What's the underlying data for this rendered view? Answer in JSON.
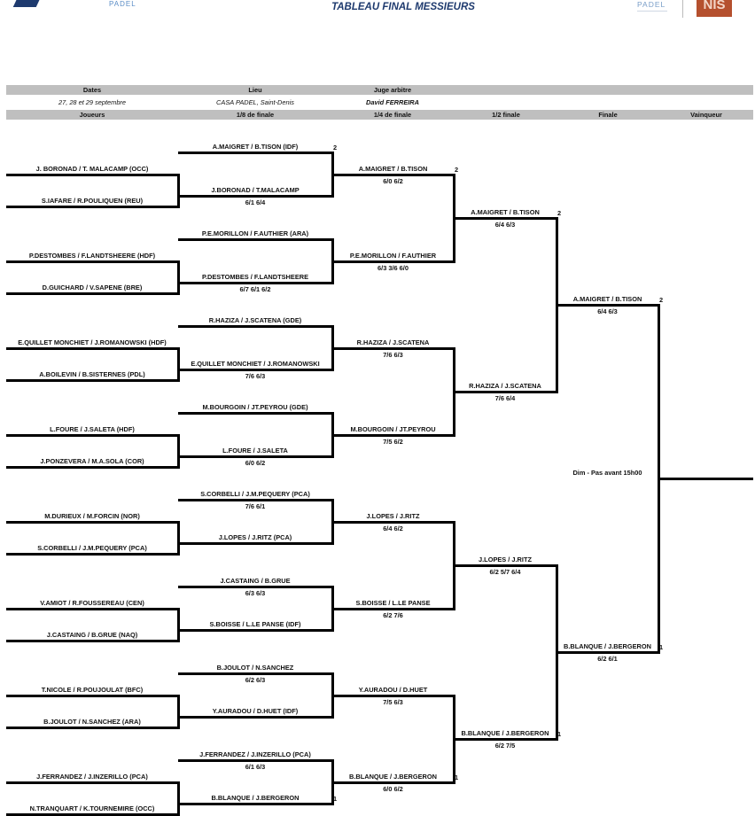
{
  "header": {
    "title": "TABLEAU FINAL MESSIEURS",
    "padel_left": "PADEL",
    "padel_right": "PADEL",
    "logo_right": "NIS"
  },
  "info": {
    "dates_label": "Dates",
    "dates_value": "27, 28 et 29 septembre",
    "lieu_label": "Lieu",
    "lieu_value": "CASA PADEL, Saint-Denis",
    "juge_label": "Juge arbitre",
    "juge_value": "David FERREIRA"
  },
  "columns": {
    "joueurs": "Joueurs",
    "r16": "1/8 de finale",
    "qf": "1/4 de finale",
    "sf": "1/2 finale",
    "final": "Finale",
    "winner": "Vainqueur"
  },
  "qualifiers": [
    {
      "name": "J. BORONAD / T. MALACAMP (OCC)"
    },
    {
      "name": "S.IAFARE / R.POULIQUEN (REU)"
    },
    {
      "name": "P.DESTOMBES / F.LANDTSHEERE (HDF)"
    },
    {
      "name": "D.GUICHARD / V.SAPENE (BRE)"
    },
    {
      "name": "E.QUILLET MONCHIET / J.ROMANOWSKI (HDF)"
    },
    {
      "name": "A.BOILEVIN / B.SISTERNES (PDL)"
    },
    {
      "name": "L.FOURE / J.SALETA (HDF)"
    },
    {
      "name": "J.PONZEVERA / M.A.SOLA (COR)"
    },
    {
      "name": "M.DURIEUX / M.FORCIN (NOR)"
    },
    {
      "name": "S.CORBELLI / J.M.PEQUERY (PCA)"
    },
    {
      "name": "V.AMIOT / R.FOUSSEREAU (CEN)"
    },
    {
      "name": "J.CASTAING / B.GRUE (NAQ)"
    },
    {
      "name": "T.NICOLE / R.POUJOULAT (BFC)"
    },
    {
      "name": "B.JOULOT / N.SANCHEZ (ARA)"
    },
    {
      "name": "J.FERRANDEZ / J.INZERILLO (PCA)"
    },
    {
      "name": "N.TRANQUART / K.TOURNEMIRE (OCC)"
    }
  ],
  "r16": [
    {
      "name": "A.MAIGRET / B.TISON (IDF)",
      "score": "",
      "seed": "2"
    },
    {
      "name": "J.BORONAD / T.MALACAMP",
      "score": "6/1 6/4",
      "seed": ""
    },
    {
      "name": "P.E.MORILLON / F.AUTHIER (ARA)",
      "score": "",
      "seed": ""
    },
    {
      "name": "P.DESTOMBES / F.LANDTSHEERE",
      "score": "6/7 6/1 6/2",
      "seed": ""
    },
    {
      "name": "R.HAZIZA / J.SCATENA (GDE)",
      "score": "",
      "seed": ""
    },
    {
      "name": "E.QUILLET MONCHIET / J.ROMANOWSKI",
      "score": "7/6 6/3",
      "seed": ""
    },
    {
      "name": "M.BOURGOIN / JT.PEYROU (GDE)",
      "score": "",
      "seed": ""
    },
    {
      "name": "L.FOURE / J.SALETA",
      "score": "6/0 6/2",
      "seed": ""
    },
    {
      "name": "S.CORBELLI / J.M.PEQUERY (PCA)",
      "score": "7/6 6/1",
      "seed": ""
    },
    {
      "name": "J.LOPES / J.RITZ (PCA)",
      "score": "",
      "seed": ""
    },
    {
      "name": "J.CASTAING / B.GRUE",
      "score": "6/3 6/3",
      "seed": ""
    },
    {
      "name": "S.BOISSE / L.LE PANSE (IDF)",
      "score": "",
      "seed": ""
    },
    {
      "name": "B.JOULOT / N.SANCHEZ",
      "score": "6/2 6/3",
      "seed": ""
    },
    {
      "name": "Y.AURADOU / D.HUET (IDF)",
      "score": "",
      "seed": ""
    },
    {
      "name": "J.FERRANDEZ / J.INZERILLO (PCA)",
      "score": "6/1 6/3",
      "seed": ""
    },
    {
      "name": "B.BLANQUE / J.BERGERON",
      "score": "",
      "seed": "1"
    }
  ],
  "qf": [
    {
      "name": "A.MAIGRET / B.TISON",
      "score": "6/0 6/2",
      "seed": "2"
    },
    {
      "name": "P.E.MORILLON / F.AUTHIER",
      "score": "6/3 3/6 6/0",
      "seed": ""
    },
    {
      "name": "R.HAZIZA / J.SCATENA",
      "score": "7/6 6/3",
      "seed": ""
    },
    {
      "name": "M.BOURGOIN / JT.PEYROU",
      "score": "7/5 6/2",
      "seed": ""
    },
    {
      "name": "J.LOPES / J.RITZ",
      "score": "6/4 6/2",
      "seed": ""
    },
    {
      "name": "S.BOISSE / L.LE PANSE",
      "score": "6/2 7/6",
      "seed": ""
    },
    {
      "name": "Y.AURADOU / D.HUET",
      "score": "7/5 6/3",
      "seed": ""
    },
    {
      "name": "B.BLANQUE / J.BERGERON",
      "score": "6/0 6/2",
      "seed": "1"
    }
  ],
  "sf": [
    {
      "name": "A.MAIGRET / B.TISON",
      "score": "6/4 6/3",
      "seed": "2"
    },
    {
      "name": "R.HAZIZA / J.SCATENA",
      "score": "7/6 6/4",
      "seed": ""
    },
    {
      "name": "J.LOPES / J.RITZ",
      "score": "6/2 5/7 6/4",
      "seed": ""
    },
    {
      "name": "B.BLANQUE / J.BERGERON",
      "score": "6/2 7/5",
      "seed": "1"
    }
  ],
  "final": [
    {
      "name": "A.MAIGRET / B.TISON",
      "score": "6/4 6/3",
      "seed": "2"
    },
    {
      "name": "B.BLANQUE / J.BERGERON",
      "score": "6/2 6/1",
      "seed": "1"
    }
  ],
  "final_note": "Dim - Pas avant 15h00"
}
